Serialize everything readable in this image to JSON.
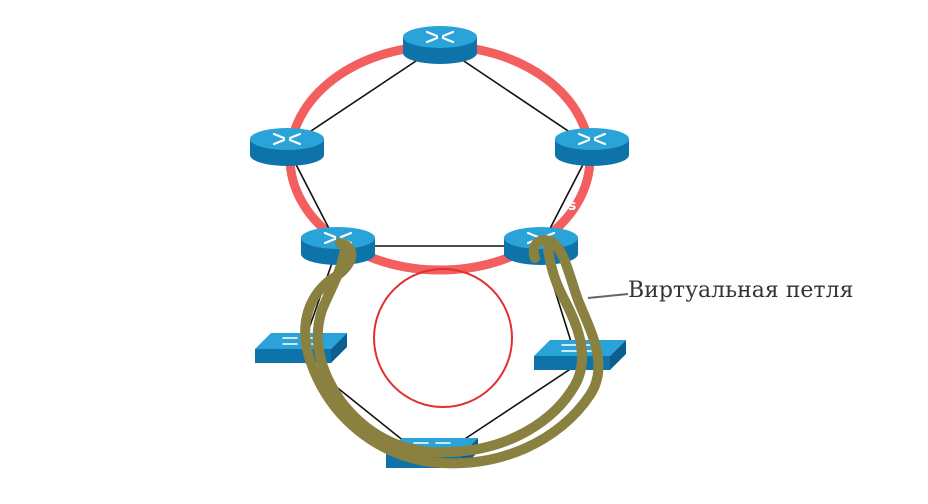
{
  "diagram": {
    "annotation": {
      "text": "Виртуальная петля"
    },
    "colors": {
      "ring": "#f25555",
      "virtual_loop": "#8a8040",
      "small_ring": "#e03030",
      "link": "#111111",
      "device_top": "#2aa4d8",
      "device_side": "#0d73a8",
      "device_dark": "#0a5f8e",
      "device_glyph": "#ffffff",
      "callout_line": "#666666"
    },
    "devices": [
      {
        "id": "router-top",
        "kind": "router"
      },
      {
        "id": "router-left",
        "kind": "router"
      },
      {
        "id": "router-right",
        "kind": "router"
      },
      {
        "id": "router-lower-left",
        "kind": "router"
      },
      {
        "id": "router-lower-right",
        "kind": "router"
      },
      {
        "id": "switch-left",
        "kind": "switch"
      },
      {
        "id": "switch-right",
        "kind": "switch"
      },
      {
        "id": "switch-bottom",
        "kind": "switch"
      }
    ],
    "links": [
      {
        "from": "router-top",
        "to": "router-left"
      },
      {
        "from": "router-top",
        "to": "router-right"
      },
      {
        "from": "router-left",
        "to": "router-lower-left"
      },
      {
        "from": "router-right",
        "to": "router-lower-right"
      },
      {
        "from": "router-lower-left",
        "to": "router-lower-right"
      },
      {
        "from": "router-lower-left",
        "to": "switch-left"
      },
      {
        "from": "router-lower-right",
        "to": "switch-right"
      },
      {
        "from": "switch-left",
        "to": "switch-bottom"
      },
      {
        "from": "switch-right",
        "to": "switch-bottom"
      }
    ]
  }
}
